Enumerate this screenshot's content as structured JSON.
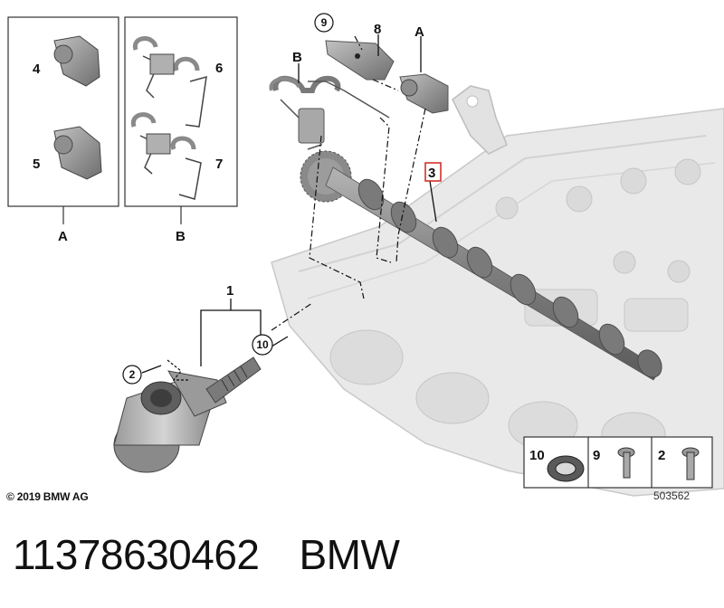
{
  "callouts": {
    "c1": "1",
    "c2": "2",
    "c3": "3",
    "c4": "4",
    "c5": "5",
    "c6": "6",
    "c7": "7",
    "c8": "8",
    "c9": "9",
    "c10": "10",
    "group_a_top": "A",
    "group_b_top": "B",
    "group_a_box": "A",
    "group_b_box": "B"
  },
  "hardware_box": {
    "k10": "10",
    "k9": "9",
    "k2": "2"
  },
  "copyright": "© 2019 BMW AG",
  "drawing_number": "503562",
  "caption": {
    "part_number": "11378630462",
    "brand": "BMW"
  },
  "colors": {
    "highlight_box": "#d0312d",
    "part_grey": "#8a8a8a",
    "engine_grey": "#e6e6e6"
  }
}
